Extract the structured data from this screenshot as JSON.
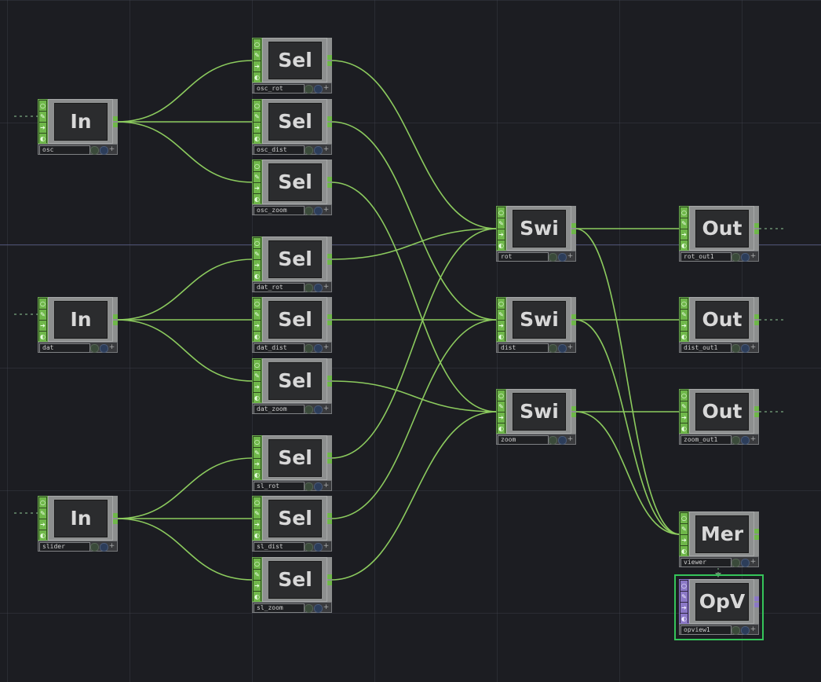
{
  "colors": {
    "background": "#1c1d22",
    "wire": "#8ccb5e",
    "node_strip_green": "#6fb74a",
    "node_strip_purple": "#8b78c6",
    "selection": "#35c45a"
  },
  "strip_icons": [
    "circle-icon",
    "pencil-icon",
    "arrow-icon",
    "mouse-icon"
  ],
  "nodes": [
    {
      "id": "in_osc",
      "label": "In",
      "name": "osc"
    },
    {
      "id": "in_dat",
      "label": "In",
      "name": "dat"
    },
    {
      "id": "in_slider",
      "label": "In",
      "name": "slider"
    },
    {
      "id": "sel_osc_rot",
      "label": "Sel",
      "name": "osc_rot"
    },
    {
      "id": "sel_osc_dist",
      "label": "Sel",
      "name": "osc_dist"
    },
    {
      "id": "sel_osc_zoom",
      "label": "Sel",
      "name": "osc_zoom"
    },
    {
      "id": "sel_dat_rot",
      "label": "Sel",
      "name": "dat_rot"
    },
    {
      "id": "sel_dat_dist",
      "label": "Sel",
      "name": "dat_dist"
    },
    {
      "id": "sel_dat_zoom",
      "label": "Sel",
      "name": "dat_zoom"
    },
    {
      "id": "sel_sl_rot",
      "label": "Sel",
      "name": "sl_rot"
    },
    {
      "id": "sel_sl_dist",
      "label": "Sel",
      "name": "sl_dist"
    },
    {
      "id": "sel_sl_zoom",
      "label": "Sel",
      "name": "sl_zoom"
    },
    {
      "id": "swi_rot",
      "label": "Swi",
      "name": "rot"
    },
    {
      "id": "swi_dist",
      "label": "Swi",
      "name": "dist"
    },
    {
      "id": "swi_zoom",
      "label": "Swi",
      "name": "zoom"
    },
    {
      "id": "out_rot",
      "label": "Out",
      "name": "rot_out1"
    },
    {
      "id": "out_dist",
      "label": "Out",
      "name": "dist_out1"
    },
    {
      "id": "out_zoom",
      "label": "Out",
      "name": "zoom_out1"
    },
    {
      "id": "mer_viewer",
      "label": "Mer",
      "name": "viewer"
    },
    {
      "id": "opv_opview1",
      "label": "OpV",
      "name": "opview1"
    }
  ],
  "connections": [
    [
      "in_osc",
      "sel_osc_rot"
    ],
    [
      "in_osc",
      "sel_osc_dist"
    ],
    [
      "in_osc",
      "sel_osc_zoom"
    ],
    [
      "in_dat",
      "sel_dat_rot"
    ],
    [
      "in_dat",
      "sel_dat_dist"
    ],
    [
      "in_dat",
      "sel_dat_zoom"
    ],
    [
      "in_slider",
      "sel_sl_rot"
    ],
    [
      "in_slider",
      "sel_sl_dist"
    ],
    [
      "in_slider",
      "sel_sl_zoom"
    ],
    [
      "sel_osc_rot",
      "swi_rot"
    ],
    [
      "sel_dat_rot",
      "swi_rot"
    ],
    [
      "sel_sl_rot",
      "swi_rot"
    ],
    [
      "sel_osc_dist",
      "swi_dist"
    ],
    [
      "sel_dat_dist",
      "swi_dist"
    ],
    [
      "sel_sl_dist",
      "swi_dist"
    ],
    [
      "sel_osc_zoom",
      "swi_zoom"
    ],
    [
      "sel_dat_zoom",
      "swi_zoom"
    ],
    [
      "sel_sl_zoom",
      "swi_zoom"
    ],
    [
      "swi_rot",
      "out_rot"
    ],
    [
      "swi_dist",
      "out_dist"
    ],
    [
      "swi_zoom",
      "out_zoom"
    ],
    [
      "swi_rot",
      "mer_viewer"
    ],
    [
      "swi_dist",
      "mer_viewer"
    ],
    [
      "swi_zoom",
      "mer_viewer"
    ]
  ],
  "footer_plus_glyph": "+"
}
